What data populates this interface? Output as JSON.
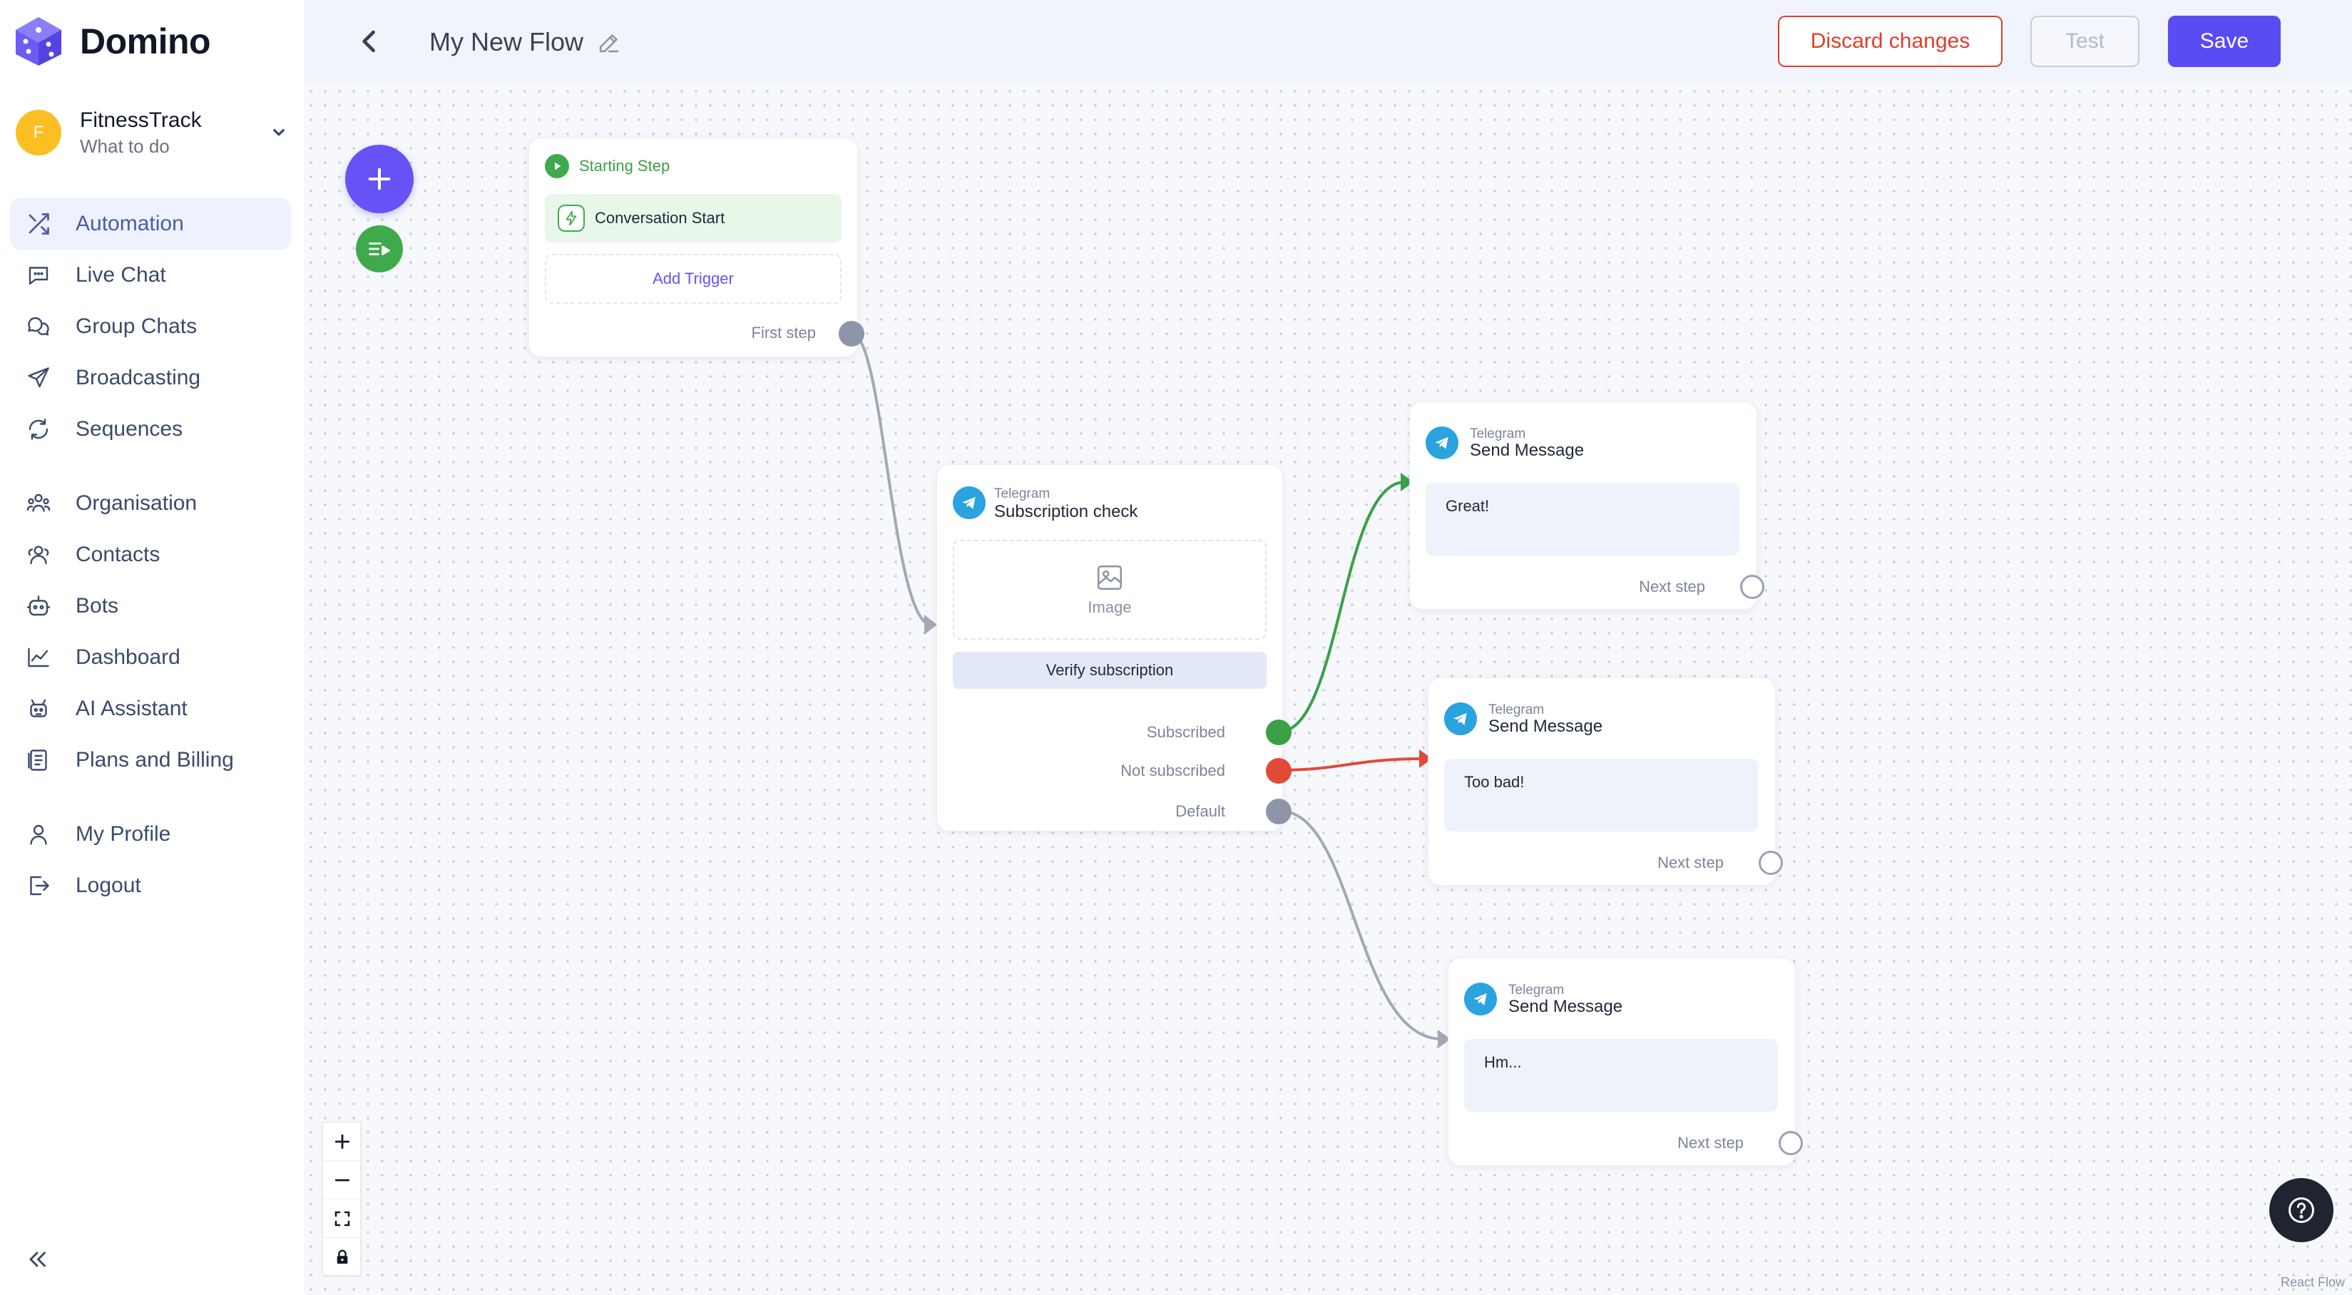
{
  "app": {
    "name": "Domino"
  },
  "workspace": {
    "name": "FitnessTrack",
    "subtitle": "What to do",
    "avatar_letter": "F"
  },
  "nav": {
    "items": [
      {
        "label": "Automation",
        "icon": "shuffle-icon",
        "active": true
      },
      {
        "label": "Live Chat",
        "icon": "chat-bubble-icon"
      },
      {
        "label": "Group Chats",
        "icon": "group-chat-icon"
      },
      {
        "label": "Broadcasting",
        "icon": "paper-plane-icon"
      },
      {
        "label": "Sequences",
        "icon": "cycle-icon"
      },
      {
        "label": "Organisation",
        "icon": "organisation-icon"
      },
      {
        "label": "Contacts",
        "icon": "contacts-icon"
      },
      {
        "label": "Bots",
        "icon": "bot-icon"
      },
      {
        "label": "Dashboard",
        "icon": "chart-line-icon"
      },
      {
        "label": "AI Assistant",
        "icon": "ai-assistant-icon"
      },
      {
        "label": "Plans and Billing",
        "icon": "billing-icon"
      },
      {
        "label": "My Profile",
        "icon": "user-icon"
      },
      {
        "label": "Logout",
        "icon": "logout-icon"
      }
    ]
  },
  "header": {
    "title": "My New Flow",
    "discard_label": "Discard changes",
    "test_label": "Test",
    "save_label": "Save"
  },
  "flow": {
    "start_node": {
      "label": "Starting Step",
      "trigger": "Conversation Start",
      "add_trigger": "Add Trigger",
      "output_label": "First step"
    },
    "check_node": {
      "platform": "Telegram",
      "title": "Subscription check",
      "image_label": "Image",
      "button_label": "Verify subscription",
      "outputs": [
        "Subscribed",
        "Not subscribed",
        "Default"
      ]
    },
    "message_nodes": [
      {
        "platform": "Telegram",
        "title": "Send Message",
        "text": "Great!",
        "output_label": "Next step"
      },
      {
        "platform": "Telegram",
        "title": "Send Message",
        "text": "Too bad!",
        "output_label": "Next step"
      },
      {
        "platform": "Telegram",
        "title": "Send Message",
        "text": "Hm...",
        "output_label": "Next step"
      }
    ]
  },
  "colors": {
    "accent": "#5b4bf3",
    "discard": "#dc3f2e",
    "success": "#3aa046",
    "danger": "#e24a38",
    "telegram": "#2aa3e0",
    "edge_default": "#a3a8b8"
  },
  "attribution": "React Flow"
}
